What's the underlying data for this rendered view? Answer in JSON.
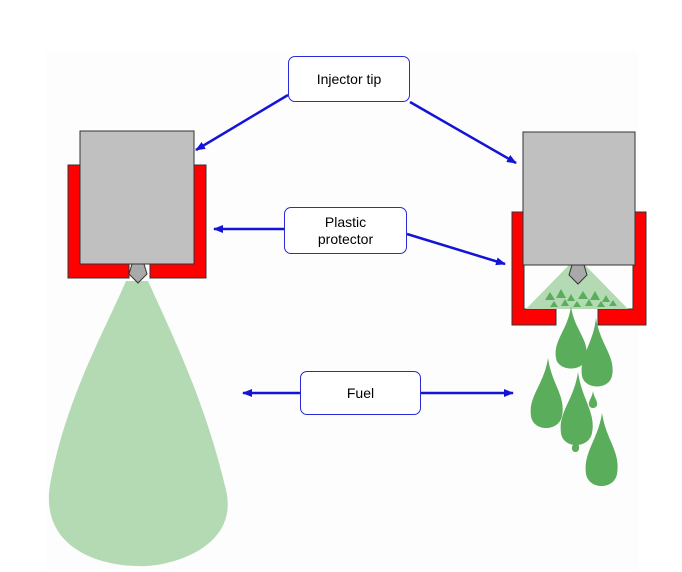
{
  "labels": {
    "injector_tip": "Injector tip",
    "plastic_protector_line1": "Plastic",
    "plastic_protector_line2": "protector",
    "fuel": "Fuel"
  },
  "colors": {
    "background": "#fdfdfd",
    "injector_body": "#c0c0c0",
    "protector": "#ff0000",
    "fuel_spray": "#b3dab3",
    "fuel_drops": "#5aad5a",
    "arrows": "#1414d6",
    "box_border": "#2a2ad8"
  }
}
